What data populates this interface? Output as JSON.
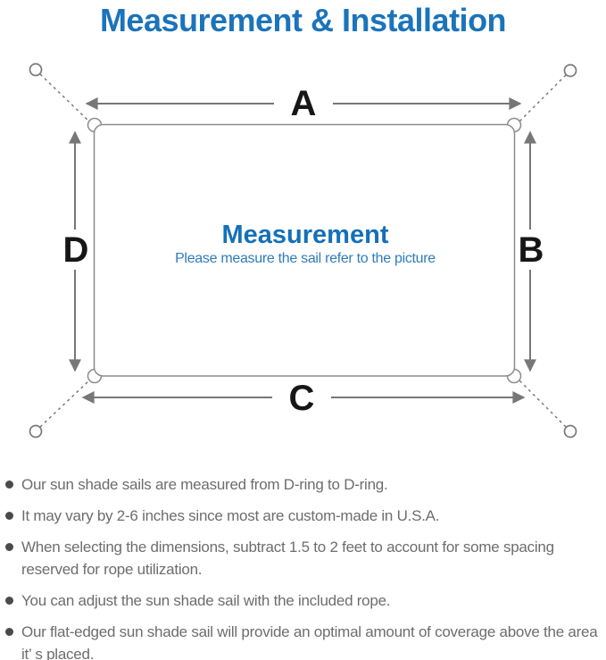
{
  "page": {
    "title": "Measurement & Installation"
  },
  "diagram": {
    "dim_labels": {
      "top": "A",
      "right": "B",
      "bottom": "C",
      "left": "D"
    },
    "center": {
      "heading": "Measurement",
      "subtitle": "Please measure the sail refer to the picture"
    }
  },
  "notes": {
    "items": [
      "Our sun shade sails are measured from D-ring to D-ring.",
      "It may vary by 2-6 inches since most are custom-made in U.S.A.",
      "When selecting the dimensions, subtract 1.5 to 2 feet to account for some spacing reserved for rope utilization.",
      "You can adjust the sun shade sail with the included rope.",
      "Our flat-edged sun shade sail will provide an optimal amount of coverage above the area it’ s placed."
    ]
  },
  "colors": {
    "title_blue": "#1b74bb",
    "heading_blue": "#1470b8",
    "subtitle_blue": "#2f7cba",
    "line_gray": "#777777",
    "outline_gray": "#8c8c8c",
    "dim_label_black": "#161616",
    "note_text_gray": "#6d6d6d",
    "bullet_gray": "#4a4a4a"
  }
}
